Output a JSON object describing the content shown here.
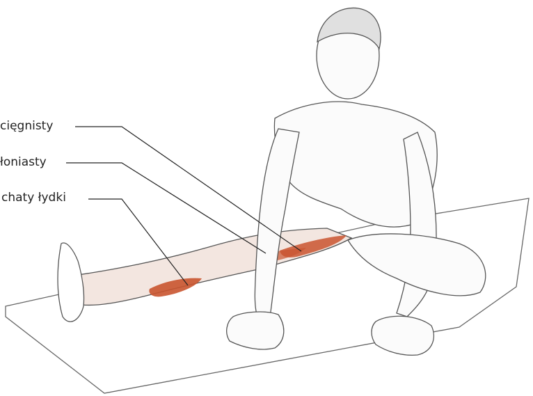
{
  "labels": [
    {
      "text": "cięgnisty"
    },
    {
      "text": "łoniasty"
    },
    {
      "text": "chaty łydki"
    }
  ],
  "colors": {
    "muscle": "#c9542f",
    "leader_line": "#222222",
    "outline": "#555555",
    "mat": "#666666"
  }
}
